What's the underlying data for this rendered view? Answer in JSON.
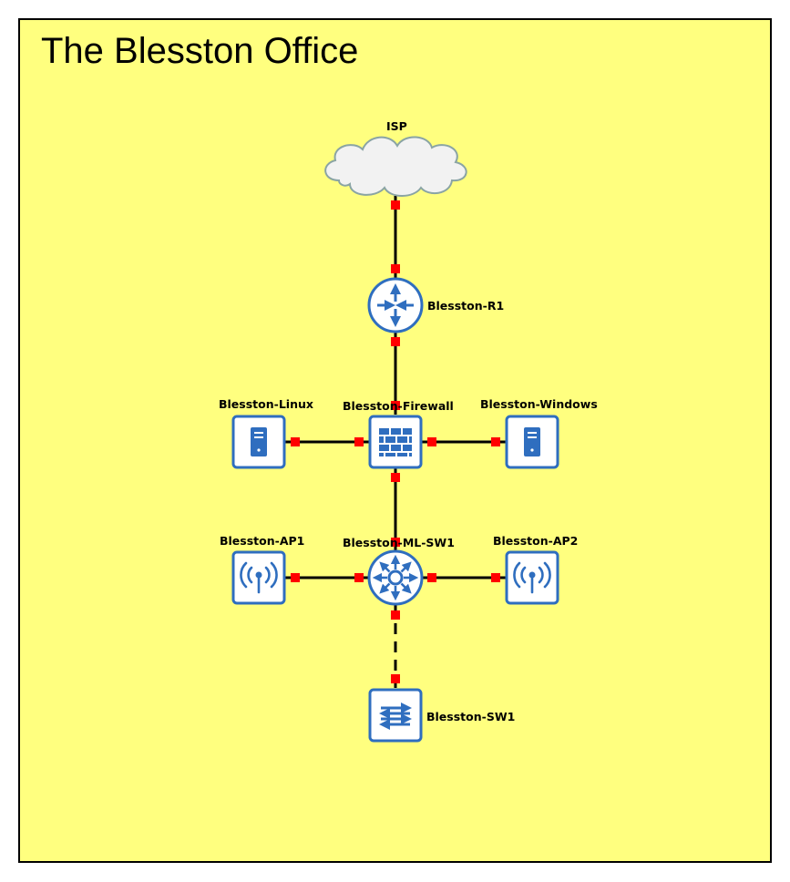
{
  "title": "The Blesston Office",
  "colors": {
    "background": "#ffff7f",
    "border": "#000000",
    "device": "#2f6ebf",
    "link": "#000000",
    "port": "#ff0000",
    "cloud_fill": "#f2f2f2",
    "cloud_stroke": "#8aa4a4"
  },
  "nodes": {
    "isp": {
      "label": "ISP",
      "icon": "cloud-icon"
    },
    "r1": {
      "label": "Blesston-R1",
      "icon": "router-icon"
    },
    "firewall": {
      "label": "Blesston-Firewall",
      "icon": "firewall-icon"
    },
    "linux": {
      "label": "Blesston-Linux",
      "icon": "server-icon"
    },
    "windows": {
      "label": "Blesston-Windows",
      "icon": "server-icon"
    },
    "mlsw1": {
      "label": "Blesston-ML-SW1",
      "icon": "multilayer-switch-icon"
    },
    "ap1": {
      "label": "Blesston-AP1",
      "icon": "wireless-ap-icon"
    },
    "ap2": {
      "label": "Blesston-AP2",
      "icon": "wireless-ap-icon"
    },
    "sw1": {
      "label": "Blesston-SW1",
      "icon": "switch-icon"
    }
  },
  "links": [
    {
      "from": "isp",
      "to": "r1",
      "style": "solid"
    },
    {
      "from": "r1",
      "to": "firewall",
      "style": "solid"
    },
    {
      "from": "linux",
      "to": "firewall",
      "style": "solid"
    },
    {
      "from": "firewall",
      "to": "windows",
      "style": "solid"
    },
    {
      "from": "firewall",
      "to": "mlsw1",
      "style": "solid"
    },
    {
      "from": "ap1",
      "to": "mlsw1",
      "style": "solid"
    },
    {
      "from": "mlsw1",
      "to": "ap2",
      "style": "solid"
    },
    {
      "from": "mlsw1",
      "to": "sw1",
      "style": "dashed"
    }
  ]
}
